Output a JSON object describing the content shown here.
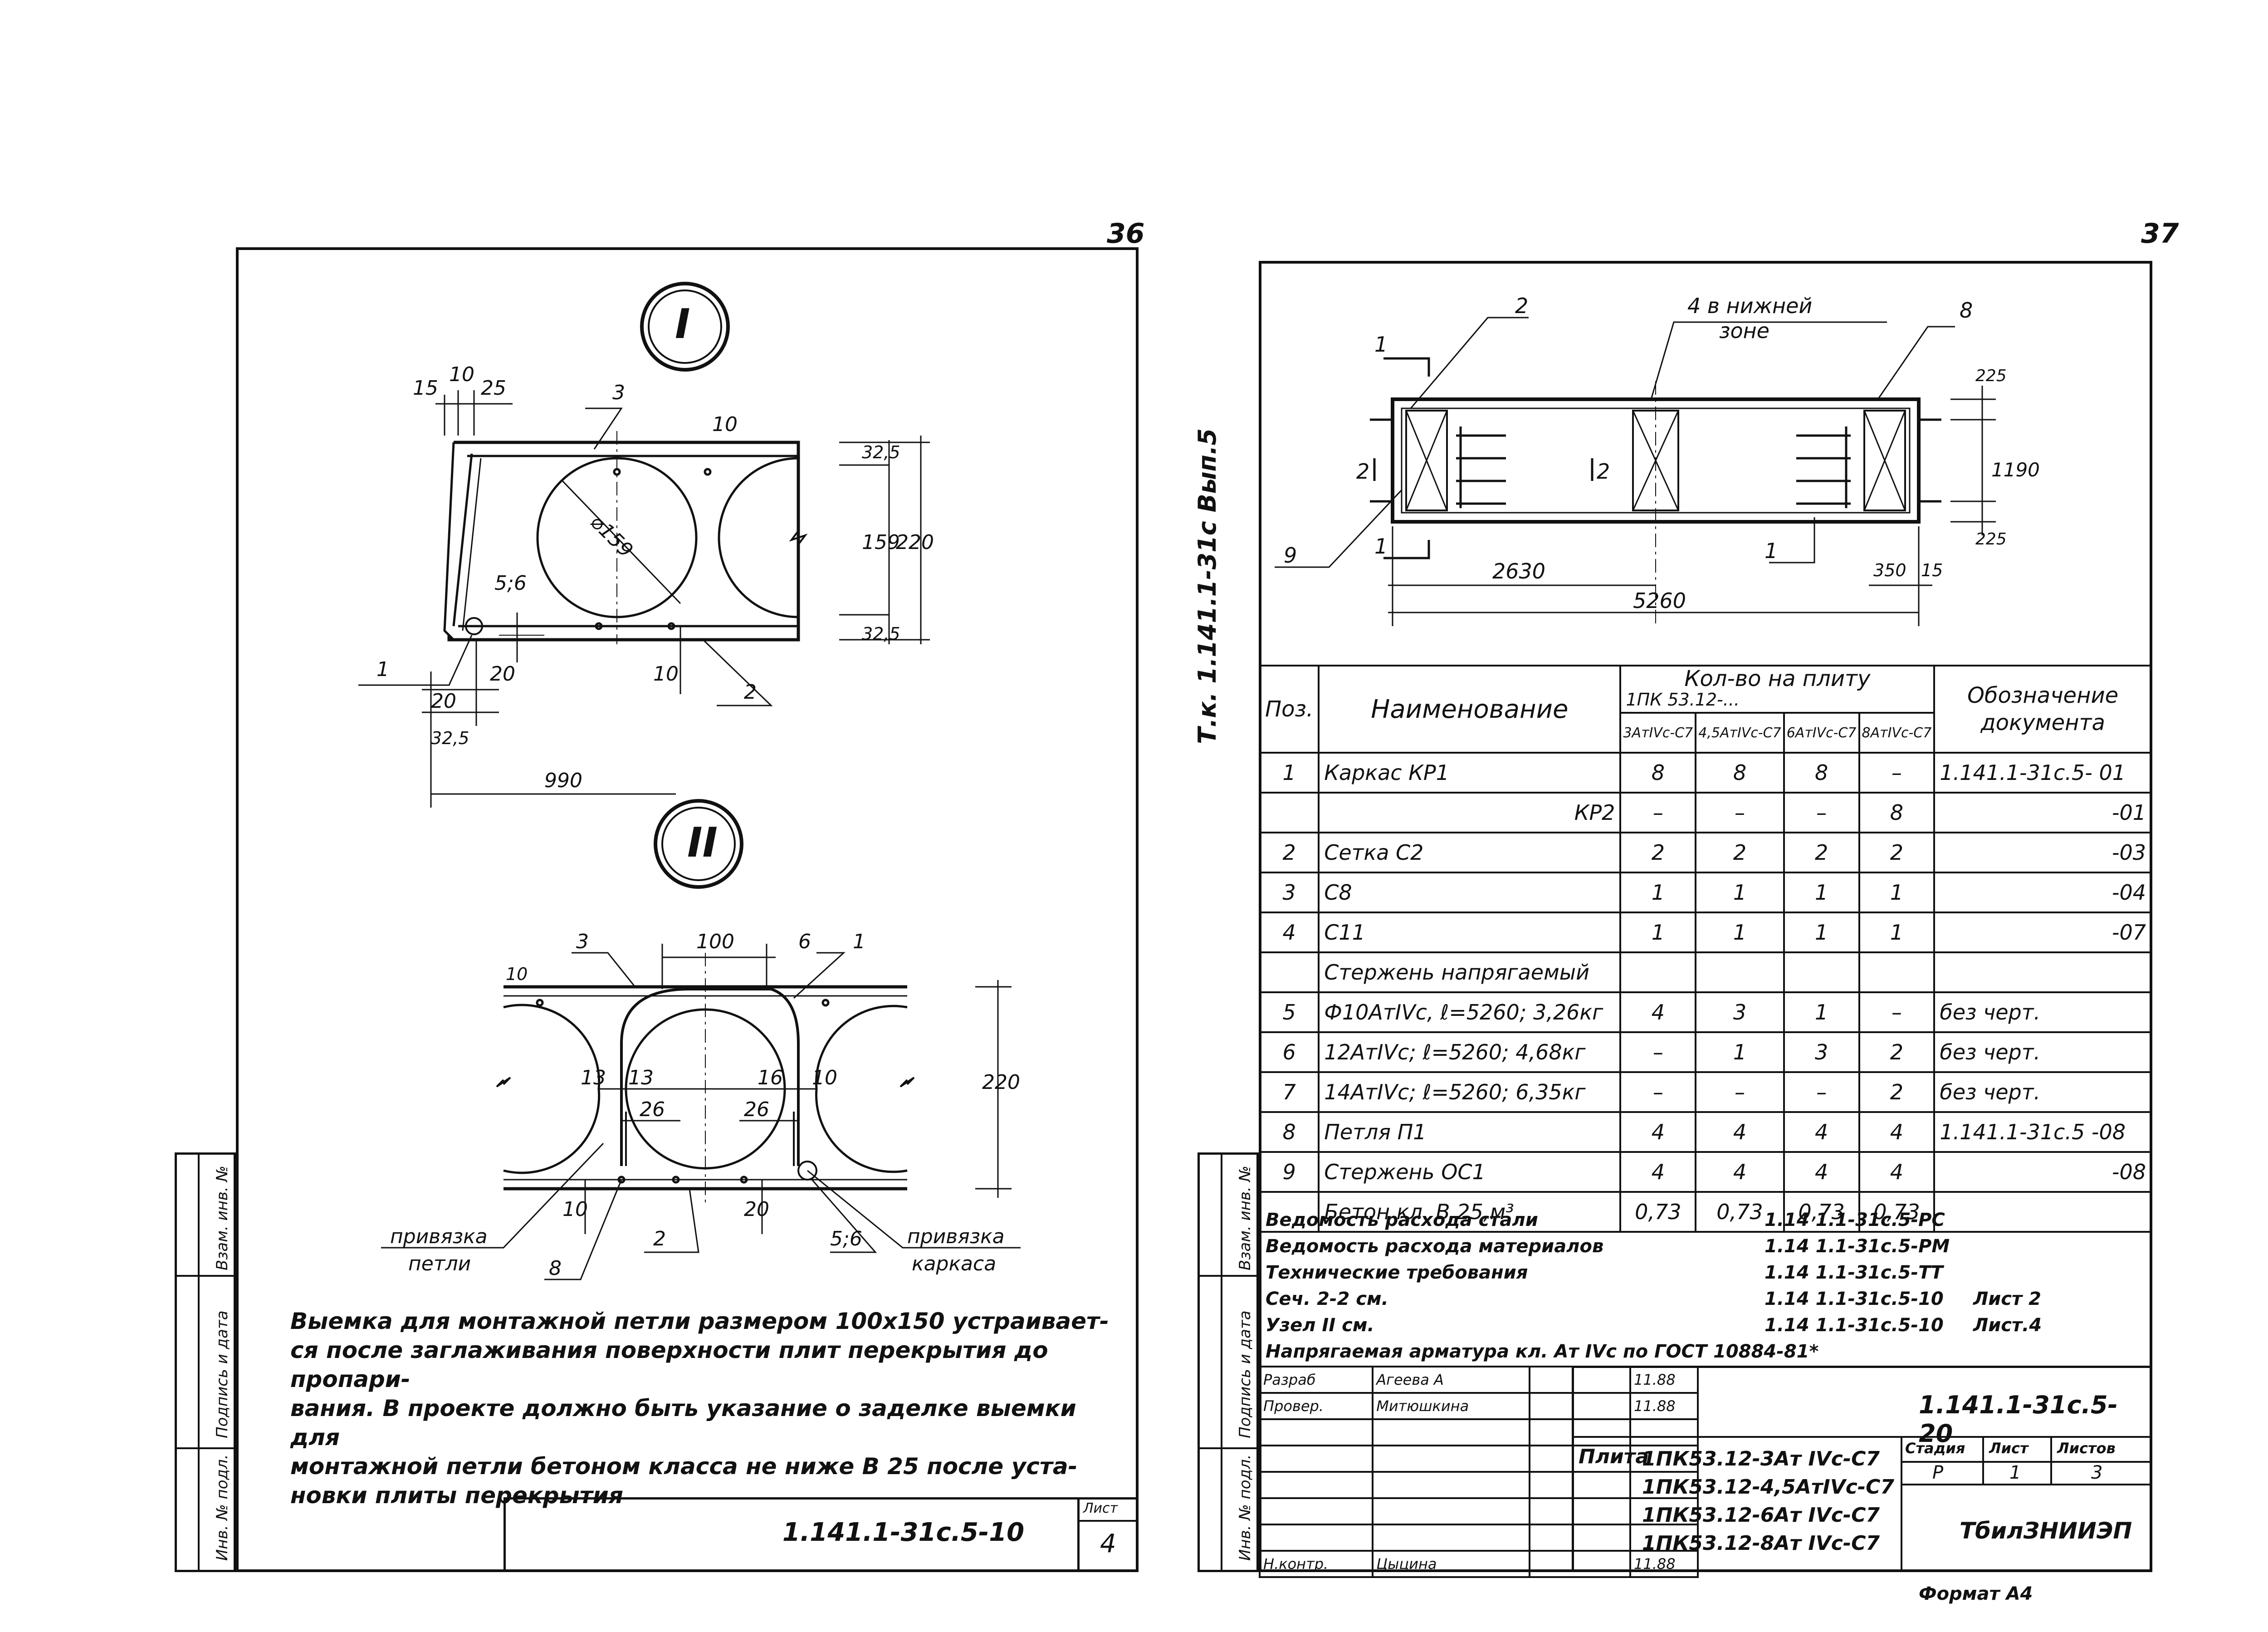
{
  "page_numbers": {
    "left": "36",
    "right": "37"
  },
  "vertical_series": "Т.к. 1.141.1-31с  Вып.5",
  "left_sheet": {
    "node1_mark": "I",
    "node2_mark": "II",
    "node1_dims": {
      "d15": "15",
      "d10a": "10",
      "d25": "25",
      "pos3": "3",
      "d10b": "10",
      "diam": "⌀159",
      "d325top": "32,5",
      "d159": "159",
      "d220": "220",
      "d325bot": "32,5",
      "d56": "5;6",
      "pos1": "1",
      "d20": "20",
      "d10c": "10",
      "pos2": "2",
      "d20b": "20",
      "d325c": "32,5",
      "d990": "990"
    },
    "node2_dims": {
      "pos3": "3",
      "d100": "100",
      "pos6": "6",
      "pos1": "1",
      "d10": "10",
      "d13a": "13",
      "d13b": "13",
      "d16": "16",
      "d10b": "10",
      "d26a": "26",
      "d26b": "26",
      "d220": "220",
      "d10c": "10",
      "d20": "20",
      "pos8": "8",
      "pos2": "2",
      "d56": "5;6",
      "label_loop_1": "привязка",
      "label_loop_2": "петли",
      "label_cage_1": "привязка",
      "label_cage_2": "каркаса"
    },
    "note_lines": [
      "Выемка для монтажной петли размером 100х150 устраивает-",
      "ся после заглаживания поверхности плит перекрытия до пропари-",
      "вания. В проекте должно быть указание о заделке выемки для",
      "монтажной петли бетоном класса не ниже В 25 после уста-",
      "новки плиты перекрытия"
    ],
    "stamp_code": "1.141.1-31с.5-10",
    "stamp_sheet_label": "Лист",
    "stamp_sheet_number": "4",
    "side_labels": [
      "Инв. № подл.",
      "Подпись и дата",
      "Взам. инв. №"
    ]
  },
  "right_sheet": {
    "plan_labels": {
      "pos2": "2",
      "pos4_line1": "4 в нижней",
      "pos4_line2": "зоне",
      "pos8": "8",
      "sec1_top": "1",
      "sec1_bot": "1",
      "sec2_left": "2",
      "sec2_mid": "2",
      "pos9": "9",
      "pos1": "1",
      "d225top": "225",
      "d1190": "1190",
      "d225bot": "225",
      "d2630": "2630",
      "d5260": "5260",
      "d350": "350",
      "d15": "15"
    },
    "table": {
      "headers": {
        "pos": "Поз.",
        "name": "Наименование",
        "qty_title_1": "Кол-во на плиту",
        "qty_title_2": "1ПК 53.12-...",
        "qty_cols": [
          "3АтIVс-С7",
          "4,5АтIVс-С7",
          "6АтIVс-С7",
          "8АтIVс-С7"
        ],
        "doc_1": "Обозначение",
        "doc_2": "документа"
      },
      "rows": [
        {
          "pos": "1",
          "name": "Каркас  КР1",
          "q": [
            "8",
            "8",
            "8",
            "–"
          ],
          "doc": "1.141.1-31с.5-   01"
        },
        {
          "pos": "",
          "name": "КР2",
          "q": [
            "–",
            "–",
            "–",
            "8"
          ],
          "doc": "-01"
        },
        {
          "pos": "2",
          "name": "Сетка     С2",
          "q": [
            "2",
            "2",
            "2",
            "2"
          ],
          "doc": "-03"
        },
        {
          "pos": "3",
          "name": "С8",
          "q": [
            "1",
            "1",
            "1",
            "1"
          ],
          "doc": "-04"
        },
        {
          "pos": "4",
          "name": "С11",
          "q": [
            "1",
            "1",
            "1",
            "1"
          ],
          "doc": "-07"
        },
        {
          "pos": "",
          "name": "Стержень напрягаемый",
          "q": [
            "",
            "",
            "",
            ""
          ],
          "doc": ""
        },
        {
          "pos": "5",
          "name": "Ф10АтIVс, ℓ=5260;  3,26кг",
          "q": [
            "4",
            "3",
            "1",
            "–"
          ],
          "doc": "без черт."
        },
        {
          "pos": "6",
          "name": "12АтIVс; ℓ=5260;  4,68кг",
          "q": [
            "–",
            "1",
            "3",
            "2"
          ],
          "doc": "без черт."
        },
        {
          "pos": "7",
          "name": "14АтIVс; ℓ=5260;  6,35кг",
          "q": [
            "–",
            "–",
            "–",
            "2"
          ],
          "doc": "без черт."
        },
        {
          "pos": "8",
          "name": "Петля П1",
          "q": [
            "4",
            "4",
            "4",
            "4"
          ],
          "doc": "1.141.1-31с.5  -08"
        },
        {
          "pos": "9",
          "name": "Стержень ОС1",
          "q": [
            "4",
            "4",
            "4",
            "4"
          ],
          "doc": "-08"
        },
        {
          "pos": "",
          "name": "Бетон кл. В 25,м³",
          "q": [
            "0,73",
            "0,73",
            "0,73",
            "0,73"
          ],
          "doc": ""
        }
      ]
    },
    "references": [
      {
        "text": "Ведомость расхода стали",
        "code": "1.14 1.1-31с.5-РС",
        "sheet": ""
      },
      {
        "text": "Ведомость расхода материалов",
        "code": "1.14 1.1-31с.5-РМ",
        "sheet": ""
      },
      {
        "text": "Технические требования",
        "code": "1.14 1.1-31с.5-ТТ",
        "sheet": ""
      },
      {
        "text": "Сеч. 2-2 см.",
        "code": "1.14 1.1-31с.5-10",
        "sheet": "Лист 2"
      },
      {
        "text": "Узел II см.",
        "code": "1.14 1.1-31с.5-10",
        "sheet": "Лист.4"
      },
      {
        "text": "Напрягаемая арматура кл. Ат IVс по ГОСТ 10884-81*",
        "code": "",
        "sheet": ""
      }
    ],
    "title_block": {
      "roles": [
        "Разраб",
        "Провер.",
        "Н.контр."
      ],
      "names": [
        "Агеева А",
        "Митюшкина",
        "Цыцина"
      ],
      "dates": [
        "11.88",
        "11.88",
        "11.88"
      ],
      "code": "1.141.1-31с.5-20",
      "title_prefix": "Плита",
      "title_lines": [
        "1ПК53.12-3Ат IVс-С7",
        "1ПК53.12-4,5АтIVс-С7",
        "1ПК53.12-6Ат IVс-С7",
        "1ПК53.12-8Ат IVс-С7"
      ],
      "stage_label": "Стадия",
      "sheet_label": "Лист",
      "sheets_label": "Листов",
      "stage": "Р",
      "sheet": "1",
      "sheets": "3",
      "org": "ТбилЗНИИЭП"
    },
    "format": "Формат А4",
    "side_labels": [
      "Инв. № подл.",
      "Подпись и дата",
      "Взам. инв. №"
    ]
  }
}
